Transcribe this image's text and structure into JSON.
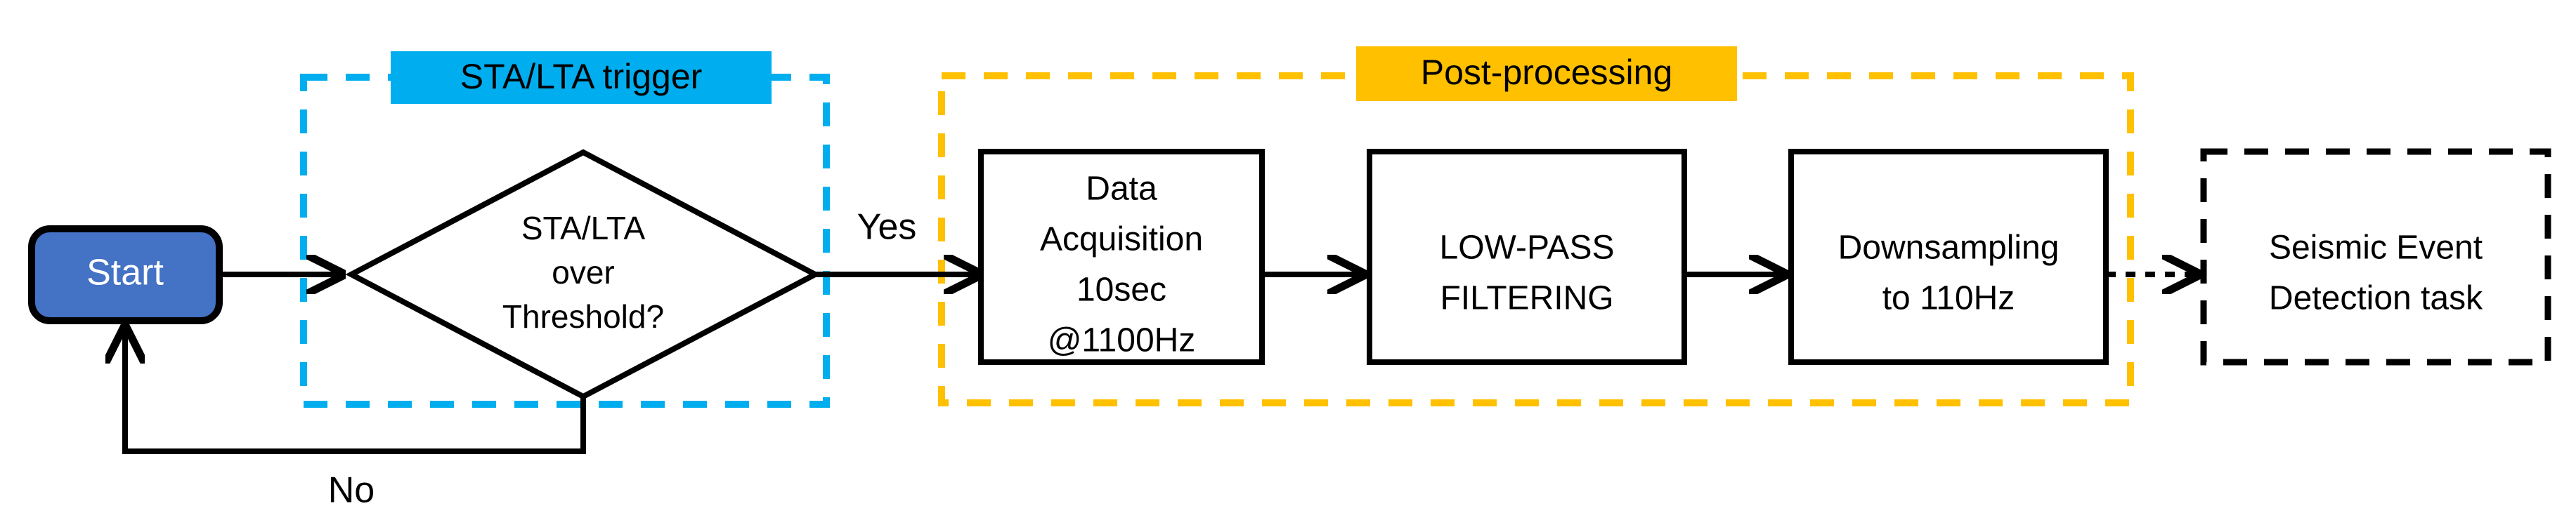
{
  "diagram": {
    "title": "Seismic event detection processing pipeline",
    "colors": {
      "start_fill": "#4472C4",
      "start_text": "#FFFFFF",
      "trigger_group": "#00AEEF",
      "postprocessing_group": "#FFC000",
      "stroke": "#000000",
      "background": "#FFFFFF"
    },
    "nodes": {
      "start": {
        "label": "Start"
      },
      "decision": {
        "line1": "STA/LTA",
        "line2": "over",
        "line3": "Threshold?"
      },
      "data_acquisition": {
        "line1": "Data",
        "line2": "Acquisition",
        "line3": "10sec",
        "line4": "@1100Hz"
      },
      "low_pass": {
        "line1": "LOW-PASS",
        "line2": "FILTERING"
      },
      "downsampling": {
        "line1": "Downsampling",
        "line2": "to 110Hz"
      },
      "detection_task": {
        "line1": "Seismic Event",
        "line2": "Detection task"
      }
    },
    "groups": {
      "trigger": {
        "label": "STA/LTA trigger"
      },
      "postprocessing": {
        "label": "Post-processing"
      }
    },
    "edges": {
      "yes_label": "Yes",
      "no_label": "No"
    }
  }
}
